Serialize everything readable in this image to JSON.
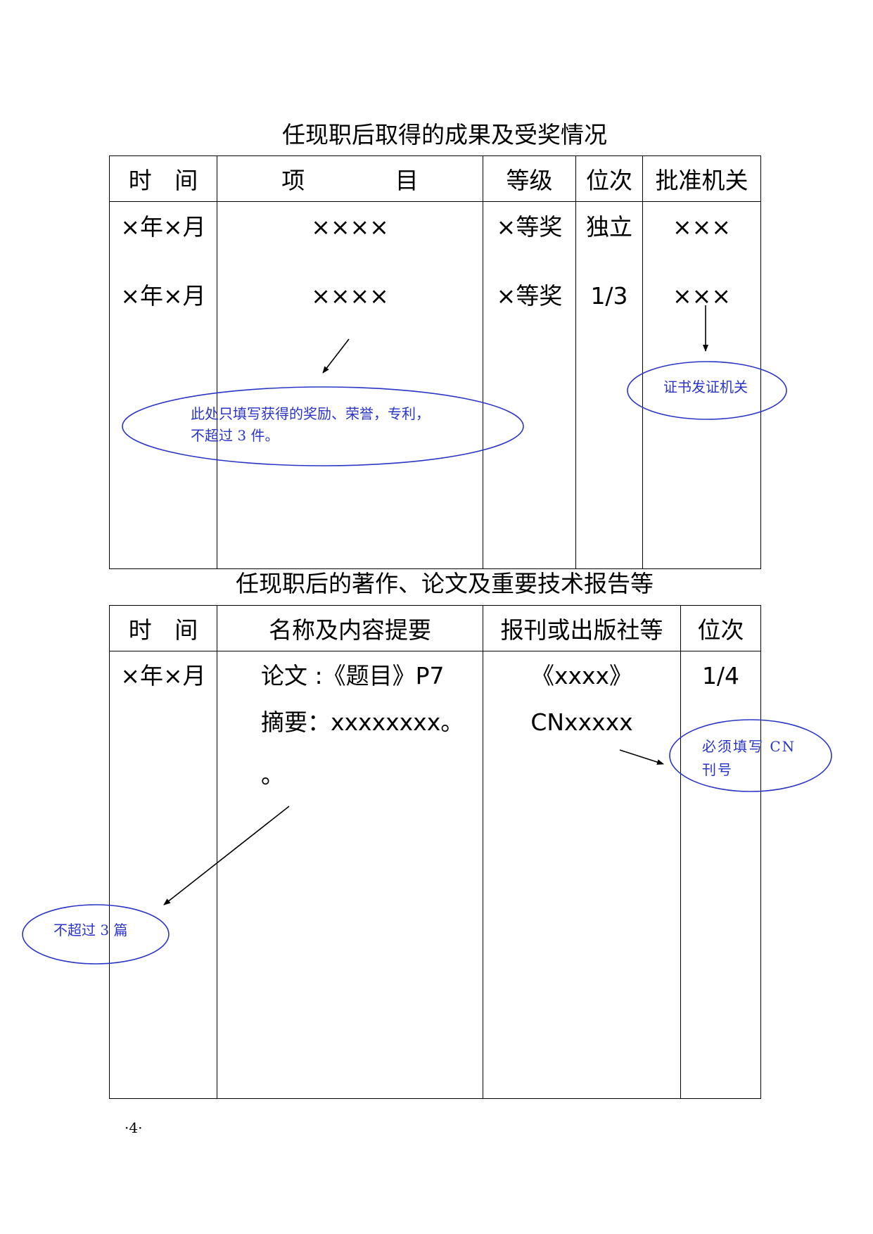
{
  "table1": {
    "title": "任现职后取得的成果及受奖情况",
    "headers": [
      "时 间",
      "项 目",
      "等级",
      "位次",
      "批准机关"
    ],
    "rows": [
      [
        "×年×月",
        "××××",
        "×等奖",
        "独立",
        "×××"
      ],
      [
        "×年×月",
        "××××",
        "×等奖",
        "1/3",
        "×××"
      ]
    ]
  },
  "table2": {
    "title": "任现职后的著作、论文及重要技术报告等",
    "headers": [
      "时 间",
      "名称及内容提要",
      "报刊或出版社等",
      "位次"
    ],
    "row": {
      "time": "×年×月",
      "name_lines": [
        "论文 :《题目》P7",
        "摘要：xxxxxxxx。",
        "。"
      ],
      "publisher_lines": [
        "《xxxx》",
        "CNxxxxx"
      ],
      "rank": "1/4"
    }
  },
  "annotations": {
    "awards_note": [
      "此处只填写获得的奖励、荣誉，专利，",
      "不超过 3 件。"
    ],
    "authority_note": "证书发证机关",
    "cn_note": [
      "必须填写 CN",
      "刊号"
    ],
    "papers_note": "不超过 3 篇"
  },
  "footer": {
    "page_number": "·4·"
  },
  "colors": {
    "text": "#000000",
    "border": "#000000",
    "annotation": "#2a35c8"
  }
}
